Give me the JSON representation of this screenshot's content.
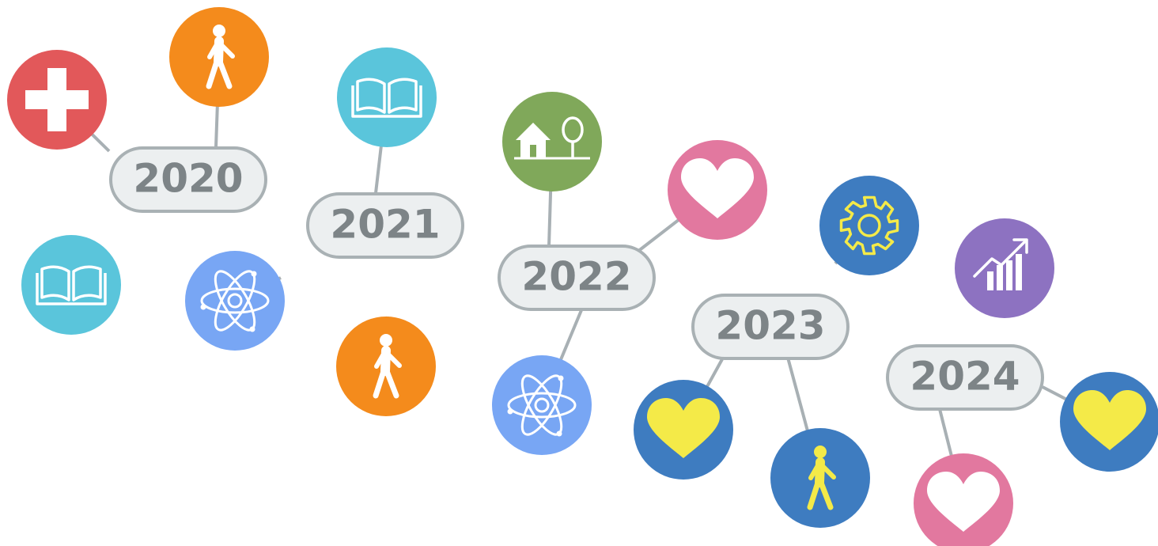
{
  "colors": {
    "line": "#a8b0b4",
    "pill_fill": "#eceff0",
    "pill_stroke": "#a9b1b4",
    "year_text": "#7d8487",
    "red": "#e2585a",
    "orange": "#f48b1c",
    "cyan": "#5ac5db",
    "periwinkle": "#78a6f4",
    "green": "#80a85a",
    "pink": "#e2789f",
    "blue": "#3e7cc0",
    "purple": "#8d72c1",
    "glyph_white": "#ffffff",
    "glyph_yellow": "#f4ea48"
  },
  "years": [
    {
      "label": "2020",
      "items": [
        {
          "icon": "medical-cross-icon",
          "color": "red",
          "glyph": "white"
        },
        {
          "icon": "walking-person-icon",
          "color": "orange",
          "glyph": "white"
        },
        {
          "icon": "open-book-icon",
          "color": "cyan",
          "glyph": "white"
        }
      ]
    },
    {
      "label": "2021",
      "items": [
        {
          "icon": "open-book-icon",
          "color": "cyan",
          "glyph": "white"
        },
        {
          "icon": "atom-icon",
          "color": "periwinkle",
          "glyph": "white"
        },
        {
          "icon": "walking-person-icon",
          "color": "orange",
          "glyph": "white"
        }
      ]
    },
    {
      "label": "2022",
      "items": [
        {
          "icon": "house-tree-icon",
          "color": "green",
          "glyph": "white"
        },
        {
          "icon": "heart-icon",
          "color": "pink",
          "glyph": "white"
        },
        {
          "icon": "atom-icon",
          "color": "periwinkle",
          "glyph": "white"
        }
      ]
    },
    {
      "label": "2023",
      "items": [
        {
          "icon": "gear-icon",
          "color": "blue",
          "glyph": "yellow"
        },
        {
          "icon": "heart-icon",
          "color": "blue",
          "glyph": "yellow"
        },
        {
          "icon": "walking-person-icon",
          "color": "blue",
          "glyph": "yellow"
        }
      ]
    },
    {
      "label": "2024",
      "items": [
        {
          "icon": "growth-chart-icon",
          "color": "purple",
          "glyph": "white"
        },
        {
          "icon": "heart-icon",
          "color": "blue",
          "glyph": "yellow"
        },
        {
          "icon": "heart-icon",
          "color": "pink",
          "glyph": "white"
        }
      ]
    }
  ]
}
